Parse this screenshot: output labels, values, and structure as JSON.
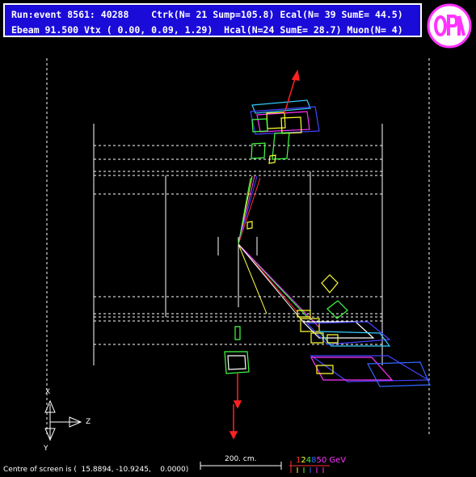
{
  "header": {
    "line1": "Run:event 8561: 40288    Ctrk(N= 21 Sump=105.8) Ecal(N= 39 SumE= 44.5)",
    "line2": "Ebeam 91.500 Vtx ( 0.00, 0.09, 1.29)  Hcal(N=24 SumE= 28.7) Muon(N= 4)"
  },
  "logo": {
    "text": "OPAL",
    "colors": {
      "ring": "#ff33ff",
      "fill": "#ffffff"
    }
  },
  "axes": {
    "x_label": "X",
    "y_label": "Y",
    "z_label": "Z"
  },
  "footer": {
    "centre_text": "Centre of screen is (  15.8894, -10.9245,    0.0000)",
    "scale_label": "200. cm.",
    "energy_legend": [
      {
        "label": "1",
        "color": "#ff3333"
      },
      {
        "label": "2",
        "color": "#ffff33"
      },
      {
        "label": "4",
        "color": "#33ff33"
      },
      {
        "label": "8",
        "color": "#3366ff"
      },
      {
        "label": "50 GeV",
        "color": "#ff33ff"
      }
    ]
  },
  "colors": {
    "background": "#000000",
    "header_bg": "#1a0bd8",
    "detector_lines": "#ffffff"
  }
}
